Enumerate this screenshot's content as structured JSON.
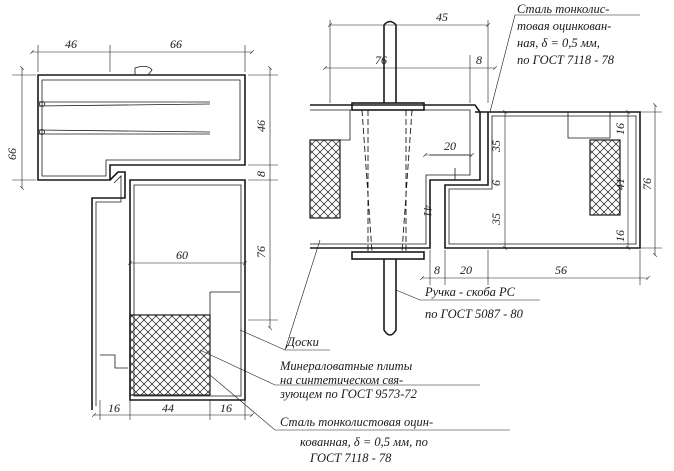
{
  "diagram": {
    "left_view": {
      "dims": {
        "top_left": "46",
        "top_right": "66",
        "left_height": "66",
        "right_upper": "46",
        "right_mid": "8",
        "right_lower": "76",
        "inner_width": "60",
        "bottom_left": "16",
        "bottom_mid": "44",
        "bottom_right": "16"
      }
    },
    "right_view": {
      "dims": {
        "top_width": "45",
        "top_76": "76",
        "top_8": "8",
        "step_20": "20",
        "v_35a": "35",
        "v_6": "6",
        "v_41": "41",
        "v_35b": "35",
        "right_16a": "16",
        "right_41": "41",
        "right_76": "76",
        "right_16b": "16",
        "bottom_8": "8",
        "bottom_20": "20",
        "bottom_56": "56"
      }
    },
    "labels": {
      "steel_top_1": "Сталь тонколис-",
      "steel_top_2": "товая оцинкован-",
      "steel_top_3": "ная,  δ = 0,5 мм,",
      "steel_top_4": "по ГОСТ 7118 - 78",
      "handle_1": "Ручка - скоба РС",
      "handle_2": "по ГОСТ 5087 - 80",
      "boards": "Доски",
      "mineral_1": "Минераловатные плиты",
      "mineral_2": "на синтетическом  свя-",
      "mineral_3": "зующем  по ГОСТ 9573-72",
      "steel_bottom_1": "Сталь тонколистовая оцин-",
      "steel_bottom_2": "кованная,  δ = 0,5 мм, по",
      "steel_bottom_3": "ГОСТ 7118 - 78"
    }
  }
}
